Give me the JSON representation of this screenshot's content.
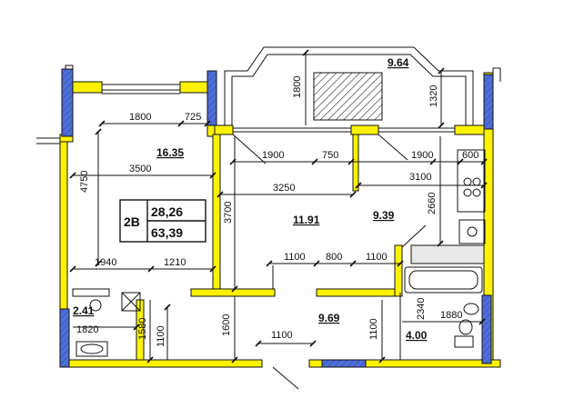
{
  "plan": {
    "unit_code": "2В",
    "living_area": "28,26",
    "total_area": "63,39",
    "rooms": {
      "balcony": "9.64",
      "room1": "16.35",
      "room2": "11.91",
      "kitchen": "9.39",
      "hall": "9.69",
      "wc": "2.41",
      "bath": "4.00"
    },
    "dims": {
      "d1800_top": "1800",
      "d725": "725",
      "d4750": "4750",
      "d3500": "3500",
      "d1940": "1940",
      "d1210": "1210",
      "d1800_bal": "1800",
      "d1320": "1320",
      "d1900_a": "1900",
      "d750": "750",
      "d1900_b": "1900",
      "d600": "600",
      "d3100": "3100",
      "d3250": "3250",
      "d2660": "2660",
      "d3700": "3700",
      "d1100_a": "1100",
      "d800": "800",
      "d1100_b": "1100",
      "d1820": "1820",
      "d1580": "1580",
      "d1100_c": "1100",
      "d1600": "1600",
      "d1100_d": "1100",
      "d1100_e": "1100",
      "d2340": "2340",
      "d1880": "1880"
    },
    "colors": {
      "wall": "#FFF200",
      "window": "#4F6FD8",
      "outline": "#111111"
    }
  }
}
